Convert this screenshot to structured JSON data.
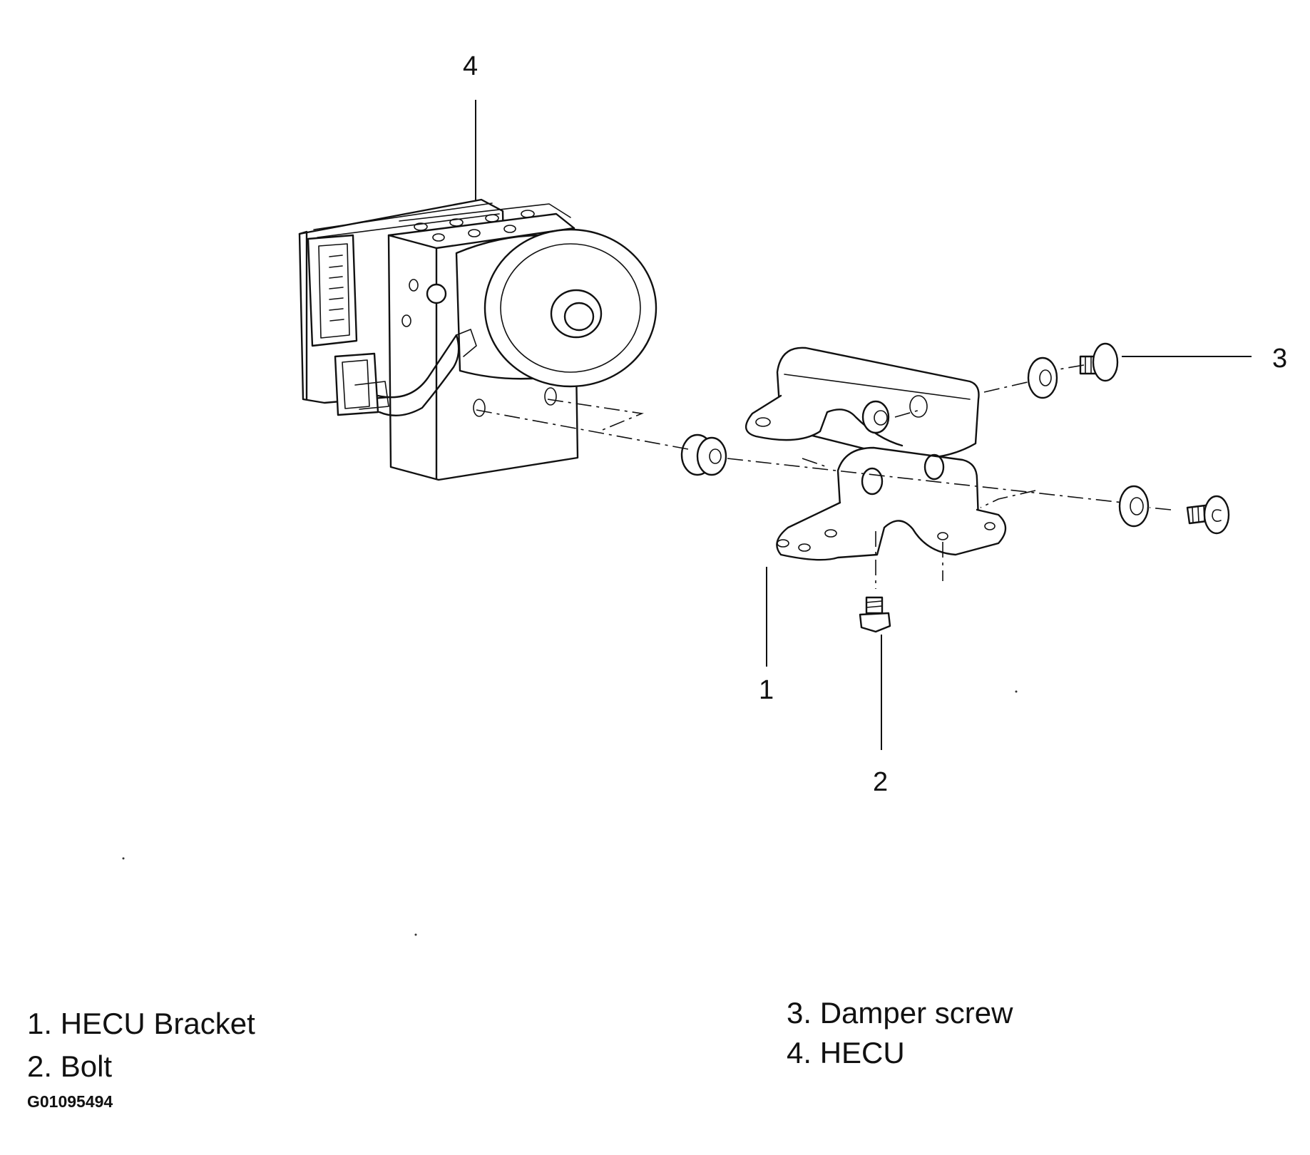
{
  "callouts": {
    "c1": "1",
    "c2": "2",
    "c3": "3",
    "c4": "4"
  },
  "legend": {
    "item1": "1. HECU Bracket",
    "item2": "2. Bolt",
    "item3": "3. Damper screw",
    "item4": "4. HECU"
  },
  "figure_id": "G01095494"
}
